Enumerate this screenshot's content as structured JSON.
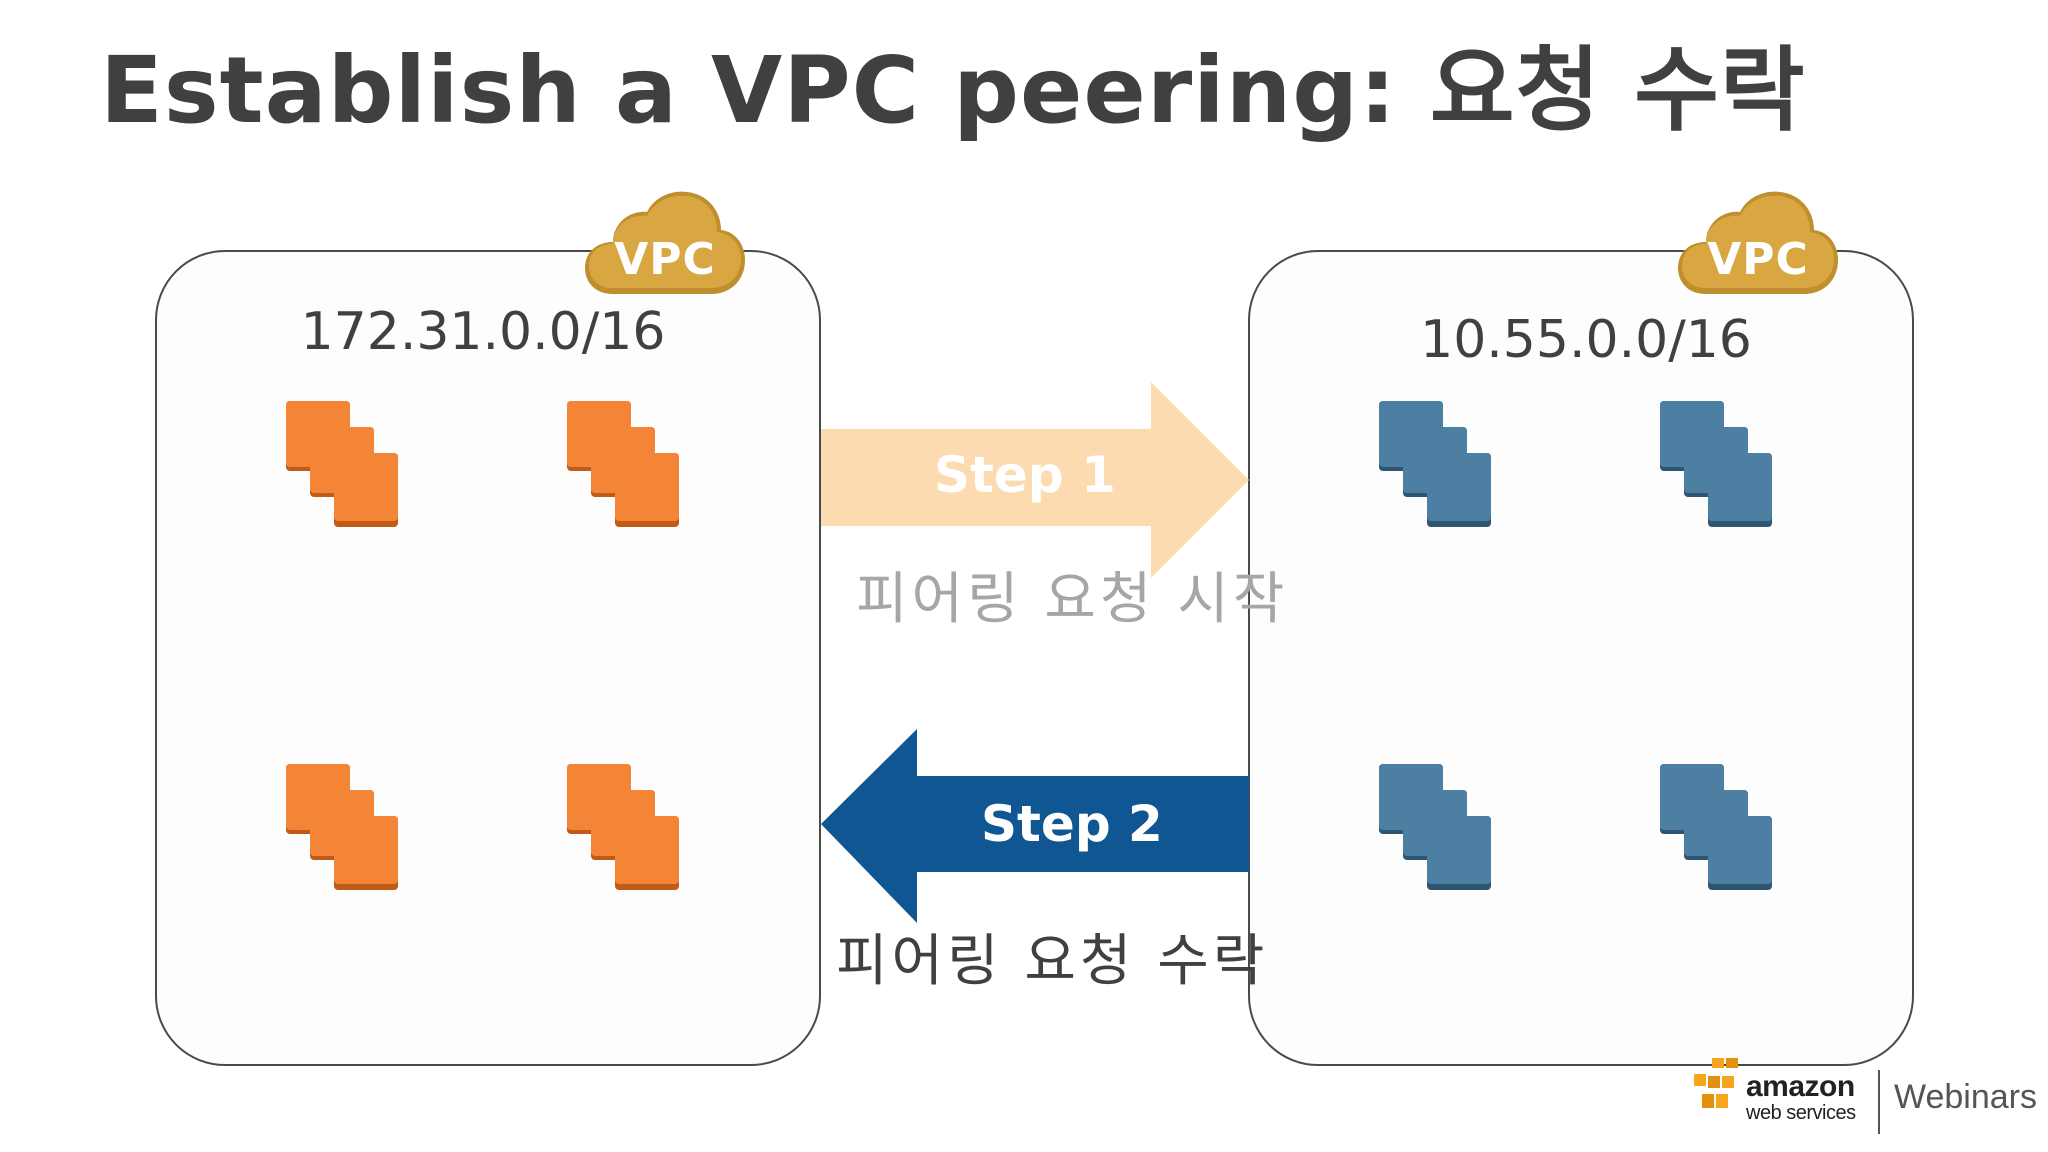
{
  "title": "Establish a VPC peering: 요청 수락",
  "vpcs": {
    "left": {
      "badge": "VPC",
      "cidr": "172.31.0.0/16"
    },
    "right": {
      "badge": "VPC",
      "cidr": "10.55.0.0/16"
    }
  },
  "steps": {
    "step1": {
      "label": "Step 1",
      "caption": "피어링 요청 시작"
    },
    "step2": {
      "label": "Step 2",
      "caption": "피어링 요청 수락"
    }
  },
  "brand": {
    "logo_word": "amazon",
    "logo_sub": "web services",
    "label": "Webinars"
  },
  "colors": {
    "vpc_cloud": "#D9A741",
    "left_instances": "#F58536",
    "right_instances": "#4D7FA2",
    "step1_arrow": "#FDDBB0",
    "step2_arrow": "#0F5693"
  },
  "icons": {
    "vpc_badge": "vpc-cloud-icon",
    "left_instance": "ec2-instance-icon",
    "right_instance": "ec2-instance-icon"
  }
}
